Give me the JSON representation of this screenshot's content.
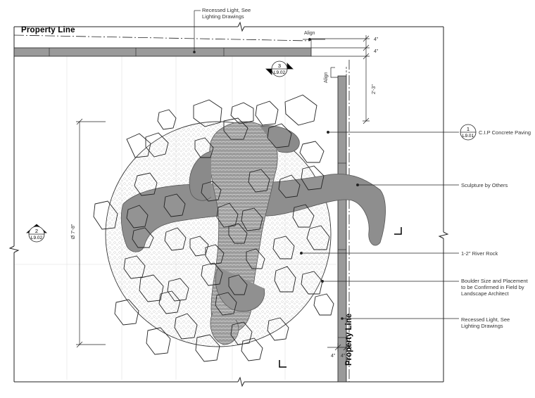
{
  "labels": {
    "property_line_top": "Property Line",
    "property_line_right": "Property Line",
    "align_top": "Align",
    "align_side": "Align",
    "recessed_light_top": "Recessed Light, See Lighting Drawings",
    "concrete_paving": "C.I.P Concrete Paving",
    "sculpture": "Sculpture by Others",
    "river_rock": "1-2\" River Rock",
    "boulder": "Boulder Size and Placement to be Confirmed in Field by Landscape Architect",
    "recessed_light_right": "Recessed Light, See Lighting Drawings"
  },
  "dimensions": {
    "top_4a": "4\"",
    "top_4b": "4\"",
    "vertical_2_3": "2'-3\"",
    "diameter": "Ø 7'-8\"",
    "bottom_4a": "4\"",
    "bottom_4b": "4\""
  },
  "callouts": {
    "concrete": {
      "number": "1",
      "sheet": "L9.01"
    },
    "section_top": {
      "number": "3",
      "sheet": "L9.02"
    },
    "section_left": {
      "number": "2",
      "sheet": "L9.02"
    }
  },
  "colors": {
    "line": "#222222",
    "curb_fill": "#9a9a9a",
    "sculpture_fill": "#8a8a8a",
    "rock_texture": "#cfcfcf"
  }
}
